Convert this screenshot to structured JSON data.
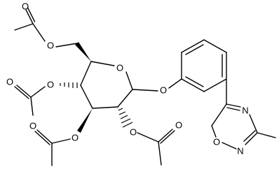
{
  "molecule": {
    "atoms": {
      "ring_oxygen": "O",
      "glycosidic_oxygen": "O",
      "c6_ester_oxygen": "O",
      "c6_carbonyl_oxygen": "O",
      "c4_ester_oxygen": "O",
      "c4_carbonyl_oxygen": "O",
      "c3_ester_oxygen": "O",
      "c3_carbonyl_oxygen": "O",
      "c2_ester_oxygen": "O",
      "c2_carbonyl_oxygen": "O",
      "oxadiazole_n4": "N",
      "oxadiazole_n2": "N",
      "oxadiazole_o1": "O"
    }
  }
}
